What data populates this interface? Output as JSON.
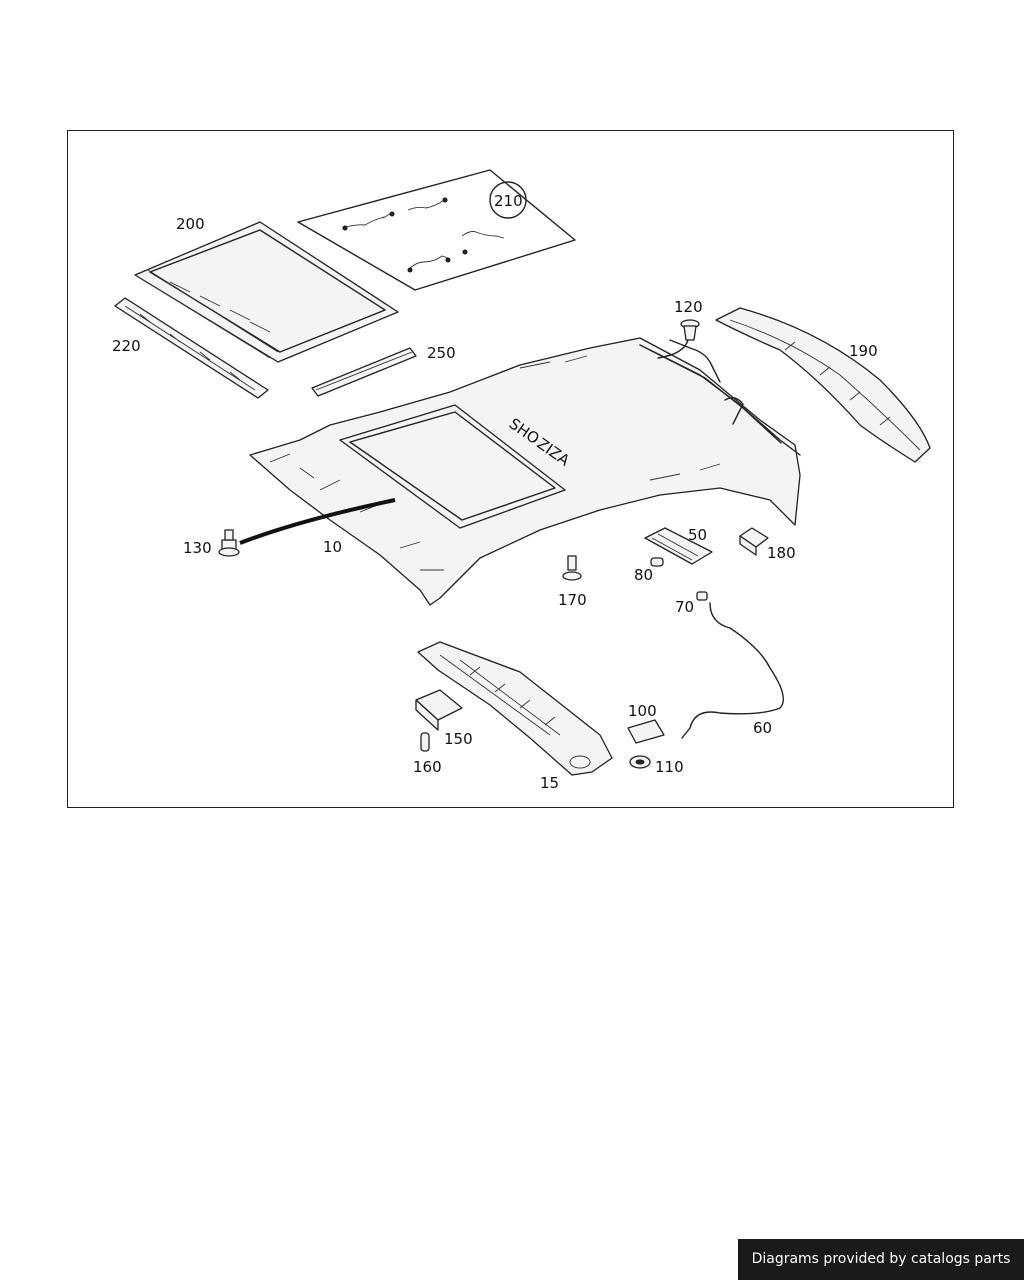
{
  "diagram": {
    "callouts": {
      "c10": "10",
      "c15": "15",
      "c50": "50",
      "c60": "60",
      "c70": "70",
      "c80": "80",
      "c100": "100",
      "c110": "110",
      "c120": "120",
      "c130": "130",
      "c150": "150",
      "c160": "160",
      "c170": "170",
      "c180": "180",
      "c190": "190",
      "c200": "200",
      "c210": "210",
      "c220": "220",
      "c250": "250"
    },
    "headliner_markings": [
      "SHO",
      "ZIZA"
    ]
  },
  "footer": {
    "credit": "Diagrams provided by catalogs parts"
  }
}
